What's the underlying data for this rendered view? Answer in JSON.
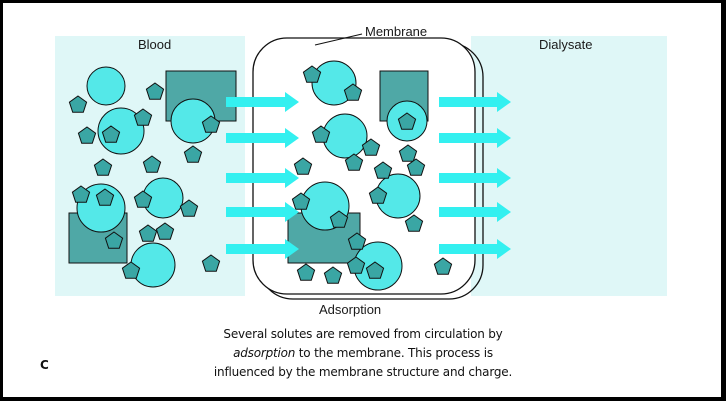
{
  "labels": {
    "blood": "Blood",
    "membrane": "Membrane",
    "dialysate": "Dialysate",
    "adsorption": "Adsorption"
  },
  "caption": {
    "line1": "Several solutes are removed from circulation by",
    "line2_em": "adsorption",
    "line2_rest": " to the membrane.  This process is",
    "line3": "influenced by the membrane structure and charge."
  },
  "panel_letter": "C",
  "colors": {
    "background": "#ffffff",
    "region_fill": "#dff7f7",
    "large_solute": "#54e8e8",
    "small_solute": "#3aa6a4",
    "square_solute": "#4fa8a6",
    "arrow": "#33f0f0",
    "outline": "#111111"
  }
}
